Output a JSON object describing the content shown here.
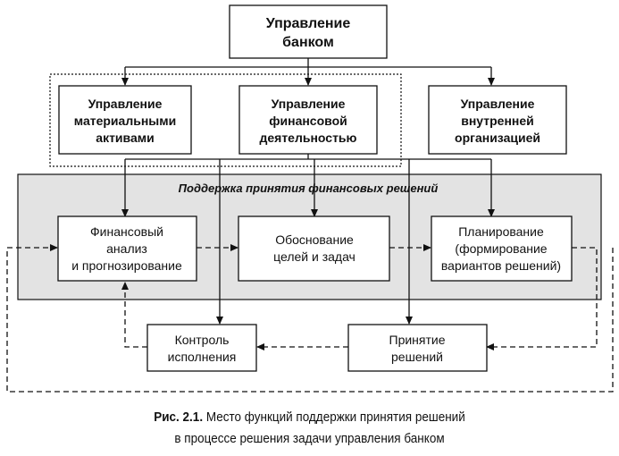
{
  "diagram": {
    "top_box": [
      "Управление",
      "банком"
    ],
    "mgmt_boxes": [
      [
        "Управление",
        "материальными",
        "активами"
      ],
      [
        "Управление",
        "финансовой",
        "деятельностью"
      ],
      [
        "Управление",
        "внутренней",
        "организацией"
      ]
    ],
    "panel_title": "Поддержка принятия финансовых решений",
    "process_boxes": [
      [
        "Финансовый",
        "анализ",
        "и прогнозирование"
      ],
      [
        "Обоснование",
        "целей и задач"
      ],
      [
        "Планирование",
        "(формирование",
        "вариантов решений)"
      ]
    ],
    "bottom_boxes": [
      [
        "Контроль",
        "исполнения"
      ],
      [
        "Принятие",
        "решений"
      ]
    ]
  },
  "caption": {
    "label": "Рис. 2.1.",
    "line1": "Место функций поддержки принятия решений",
    "line2": "в процессе решения задачи управления банком"
  }
}
